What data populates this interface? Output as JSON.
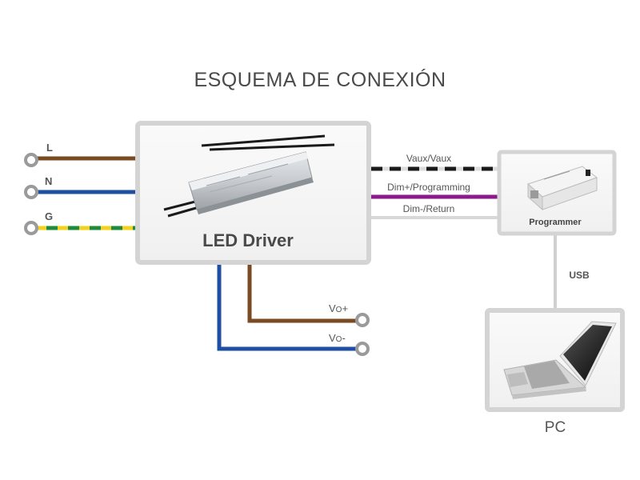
{
  "title": "ESQUEMA DE CONEXIÓN",
  "inputs": [
    {
      "label": "L",
      "wire_color": "#7a4a22"
    },
    {
      "label": "N",
      "wire_color": "#1e4fa3"
    },
    {
      "label": "G",
      "wire_color": "yellow-green striped"
    }
  ],
  "driver": {
    "label": "LED Driver"
  },
  "signals": [
    {
      "label": "Vaux/Vaux",
      "style": "black-white dashed"
    },
    {
      "label": "Dim+/Programming",
      "color": "#8b1a8b"
    },
    {
      "label": "Dim-/Return",
      "color": "#d8d8d8"
    }
  ],
  "programmer": {
    "label": "Programmer"
  },
  "usb": {
    "label": "USB"
  },
  "pc": {
    "label": "PC"
  },
  "outputs": [
    {
      "label_main": "V",
      "label_sub": "O",
      "label_sign": "+",
      "wire_color": "#7a4a22"
    },
    {
      "label_main": "V",
      "label_sub": "O",
      "label_sign": "-",
      "wire_color": "#1e4fa3"
    }
  ]
}
